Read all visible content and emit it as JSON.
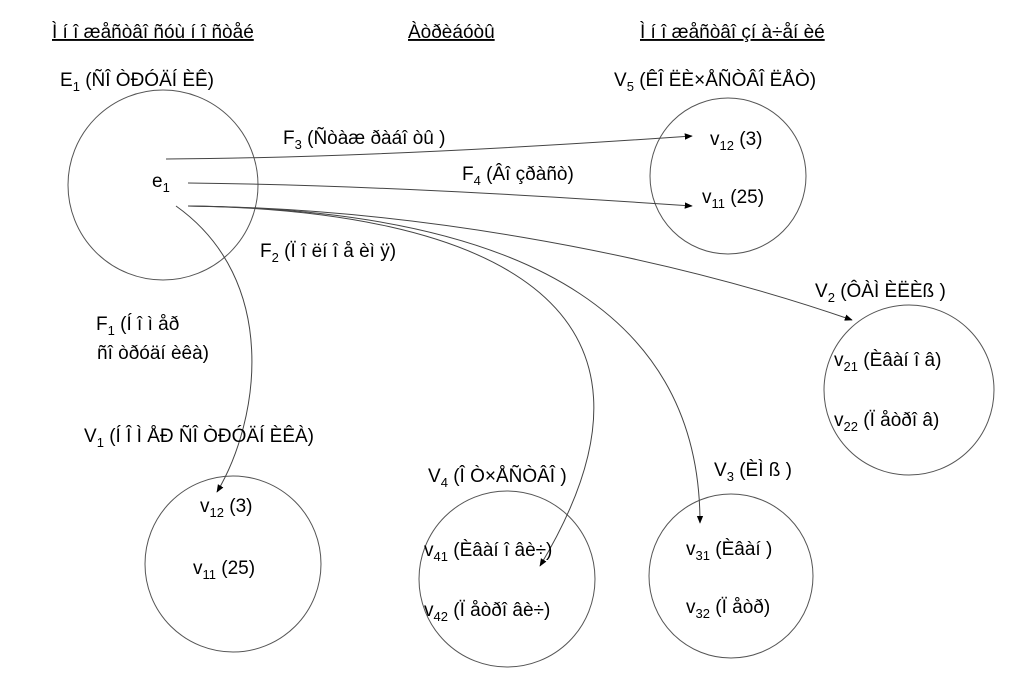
{
  "headers": {
    "left": "Ì í î æåñòâî ñóù í î ñòåé",
    "middle": "Àòðèáóòû",
    "right": "Ì í î æåñòâî çí à÷åí èé"
  },
  "entity_set": {
    "main": "E",
    "sub": "1",
    "suffix": " (ÑÎ ÒÐÓÄÍ ÈÊ)",
    "element": {
      "main": "e",
      "sub": "1"
    }
  },
  "attributes": [
    {
      "id": "f3",
      "main": "F",
      "sub": "3",
      "suffix": " (Ñòàæ ðàáî òû )"
    },
    {
      "id": "f4",
      "main": "F",
      "sub": "4",
      "suffix": " (Âî çðàñò)"
    },
    {
      "id": "f2",
      "main": "F",
      "sub": "2",
      "suffix": " (Ï î ëí î å èì ÿ)"
    },
    {
      "id": "f1",
      "main": "F",
      "sub": "1",
      "suffix": " (Í î ì åð",
      "line2": "ñî òðóäí èêà)"
    }
  ],
  "value_sets": [
    {
      "id": "v5",
      "main": "V",
      "sub": "5",
      "suffix": " (ÊÎ ËÈ×ÅÑÒÂÎ  ËÅÒ)",
      "values": [
        {
          "main": "v",
          "sub": "12",
          "suffix": " (3)"
        },
        {
          "main": "v",
          "sub": "11",
          "suffix": " (25)"
        }
      ]
    },
    {
      "id": "v2",
      "main": "V",
      "sub": "2",
      "suffix": " (ÔÀÌ ÈËÈß )",
      "values": [
        {
          "main": "v",
          "sub": "21",
          "suffix": " (Èâàí î â)"
        },
        {
          "main": "v",
          "sub": "22",
          "suffix": " (Ï åòðî â)"
        }
      ]
    },
    {
      "id": "v1",
      "main": "V",
      "sub": "1",
      "suffix": " (Í Î Ì ÅÐ ÑÎ ÒÐÓÄÍ ÈÊÀ)",
      "values": [
        {
          "main": "v",
          "sub": "12",
          "suffix": " (3)"
        },
        {
          "main": "v",
          "sub": "11",
          "suffix": " (25)"
        }
      ]
    },
    {
      "id": "v4",
      "main": "V",
      "sub": "4",
      "suffix": " (Î Ò×ÅÑÒÂÎ )",
      "values": [
        {
          "main": "v",
          "sub": "41",
          "suffix": " (Èâàí î âè÷)"
        },
        {
          "main": "v",
          "sub": "42",
          "suffix": " (Ï åòðî âè÷)"
        }
      ]
    },
    {
      "id": "v3",
      "main": "V",
      "sub": "3",
      "suffix": " (ÈÌ ß )",
      "values": [
        {
          "main": "v",
          "sub": "31",
          "suffix": " (Èâàí )"
        },
        {
          "main": "v",
          "sub": "32",
          "suffix": " (Ï åòð)"
        }
      ]
    }
  ]
}
